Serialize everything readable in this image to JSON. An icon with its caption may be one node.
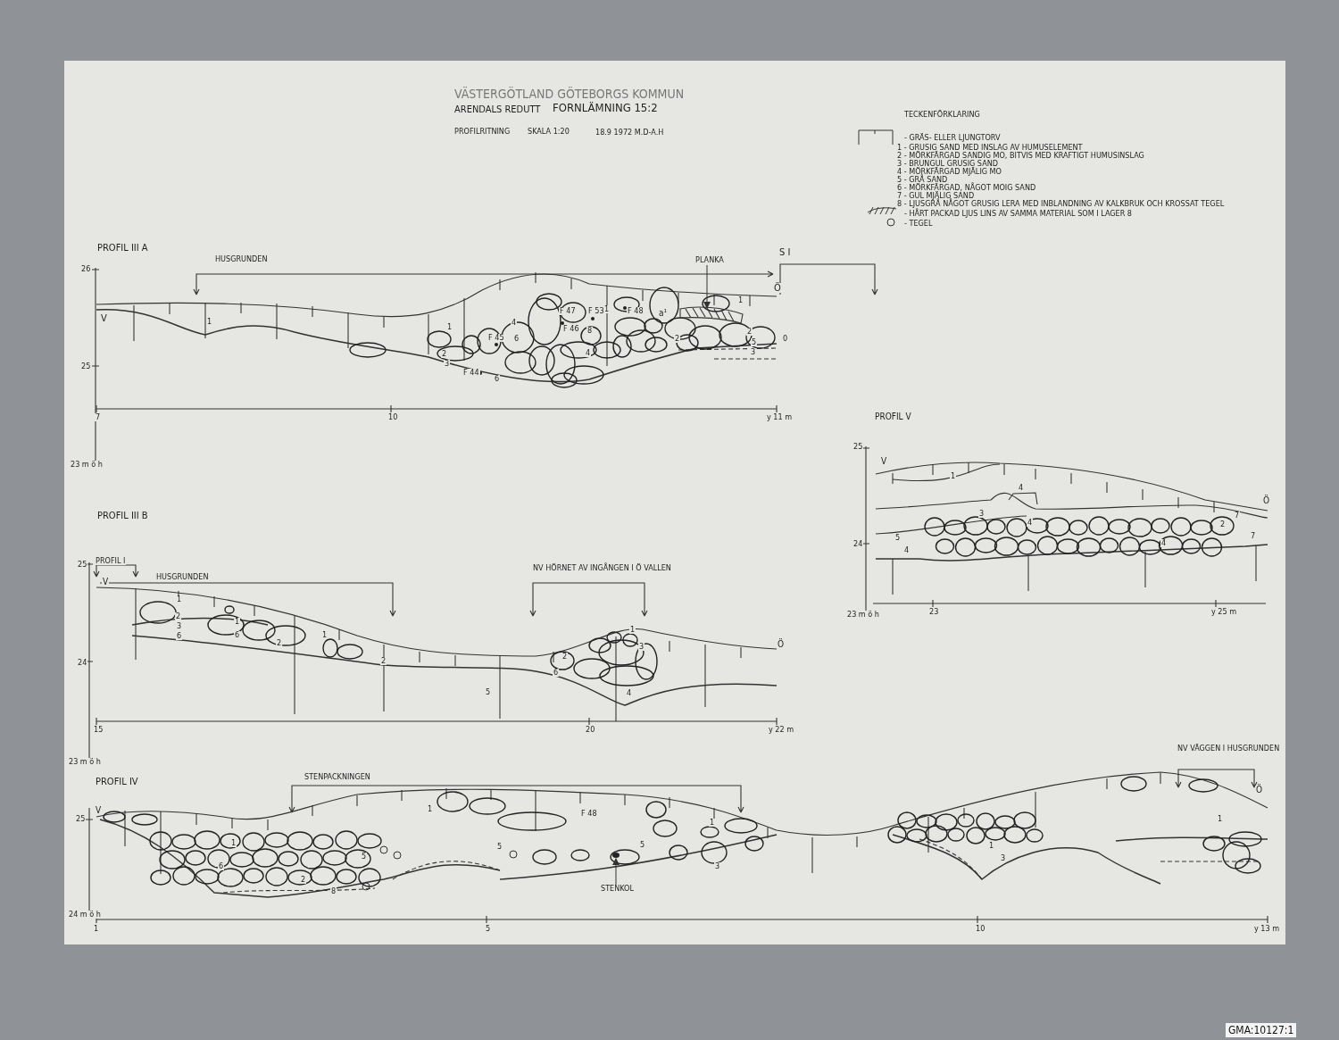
{
  "diagram": {
    "title": "VÄSTERGÖTLAND GÖTEBORGS KOMMUN",
    "nodes": [
      {
        "text": [
          "PLANKA"
        ]
      },
      {
        "text": [
          "STENKOL"
        ]
      },
      {
        "text": [],
        "shape": "picture"
      },
      {
        "text": [],
        "shape": "circle"
      }
    ],
    "edges": [
      {
        "from": 0,
        "to": 2,
        "arrow": "to"
      },
      {
        "from": 1,
        "to": 3,
        "arrow": "to"
      }
    ],
    "labels": [
      "ARENDALS REDUTT",
      "FORNLÄMNING 15:2",
      "PROFILRITNING",
      "SKALA 1:20",
      "18.9 1972 M.D-A.H",
      "TECKENFÖRKLARING",
      "PROFIL III A",
      "HUSGRUNDEN",
      "S I",
      "V",
      "Ö",
      "26",
      "25",
      "23 m ö h",
      "7",
      "10",
      "y 11 m",
      "1",
      "1",
      "4",
      "1",
      "1",
      "2",
      "3",
      "6",
      "8",
      "4",
      "2",
      "2",
      "5",
      "3",
      "F 47",
      "F 53",
      "F 48",
      "a¹",
      "F 46",
      "F 45",
      "F 44",
      "6",
      "0",
      "PROFIL III B",
      "PROFIL I",
      "V",
      "HUSGRUNDEN",
      "NV HÖRNET AV INGÅNGEN I Ö VALLEN",
      "Ö",
      "25",
      "24",
      "23 m ö h",
      "15",
      "20",
      "y 22 m",
      "1",
      "2",
      "3",
      "6",
      "1",
      "6",
      "2",
      "1",
      "2",
      "2",
      "6",
      "1",
      "3",
      "5",
      "4",
      "PROFIL V",
      "V",
      "Ö",
      "25",
      "24",
      "23 m ö h",
      "23",
      "y 25 m",
      "1",
      "4",
      "3",
      "5",
      "4",
      "4",
      "4",
      "7",
      "2",
      "7",
      "PROFIL IV",
      "STENPACKNINGEN",
      "NV VÄGGEN I HUSGRUNDEN",
      "V",
      "Ö",
      "F 48",
      "25",
      "24 m ö h",
      "1",
      "5",
      "10",
      "y 13 m",
      "1",
      "6",
      "2",
      "5",
      "8",
      "1",
      "5",
      "5",
      "1",
      "3",
      "1",
      "3",
      "1",
      "GMA:10127:1"
    ],
    "legend": [
      {
        "text": "- GRÄS- ELLER LJUNGTORV"
      },
      {
        "text": "1 - GRUSIG SAND MED INSLAG AV HUMUSELEMENT"
      },
      {
        "text": "2 - MÖRKFÄRGAD SANDIG MO, BITVIS MED KRAFTIGT HUMUSINSLAG"
      },
      {
        "text": "3 - BRUNGUL GRUSIG SAND"
      },
      {
        "text": "4 - MÖRKFÄRGAD MJÄLIG MO"
      },
      {
        "text": "5 - GRÅ SAND"
      },
      {
        "text": "6 - MÖRKFÄRGAD, NÅGOT MOIG SAND"
      },
      {
        "text": "7 - GUL MJÄLIG SAND"
      },
      {
        "text": "8 - LJUSGRÅ NÅGOT GRUSIG LERA MED INBLANDNING AV KALKBRUK OCH KROSSAT TEGEL"
      },
      {
        "text": "- HÅRT PACKAD LJUS LINS AV SAMMA MATERIAL SOM I LAGER 8"
      },
      {
        "text": "- TEGEL"
      }
    ]
  }
}
